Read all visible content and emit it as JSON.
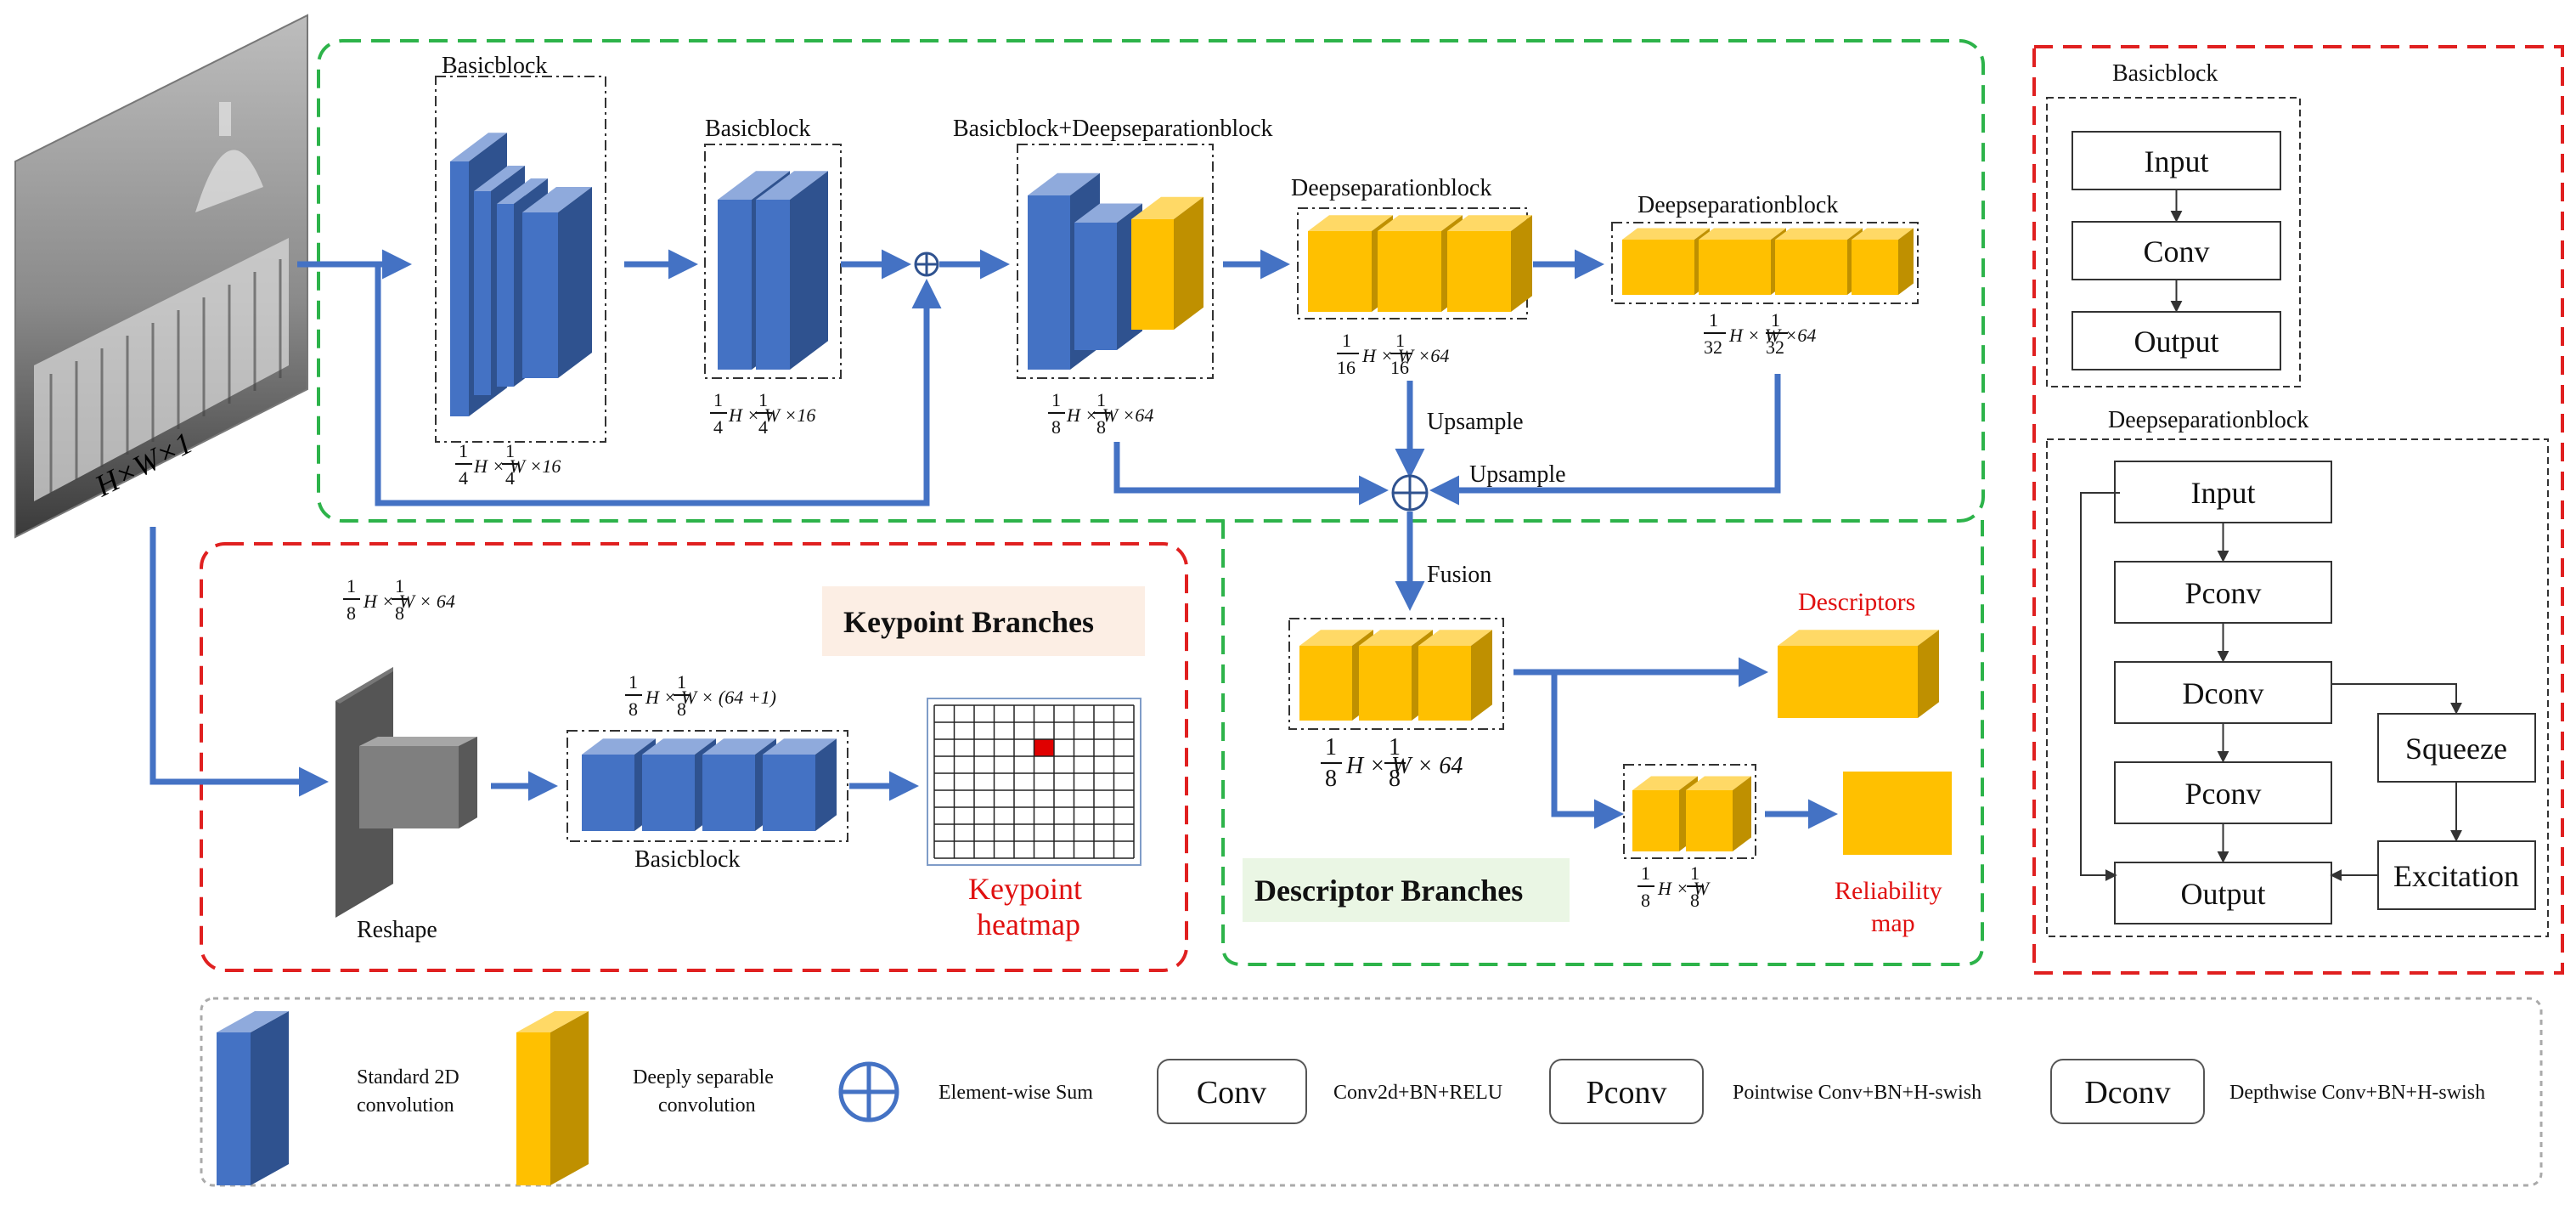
{
  "input_image": {
    "label": "H×W×1"
  },
  "encoder": {
    "b1": {
      "title": "Basicblock",
      "dim": "H × W ×16"
    },
    "b2": {
      "title": "Basicblock",
      "dim": "H × W ×16"
    },
    "b3": {
      "title": "Basicblock+Deepseparationblock",
      "dim": "H × W ×64"
    },
    "b4": {
      "title": "Deepseparationblock",
      "dim": "H × W ×64"
    },
    "b5": {
      "title": "Deepseparationblock",
      "dim": "H × W ×64"
    },
    "frac": {
      "one": "1",
      "four": "4",
      "eight": "8",
      "sixteen": "16",
      "thirtytwo": "32"
    },
    "upsample1": "Upsample",
    "upsample2": "Upsample",
    "fusion": "Fusion"
  },
  "keypoint": {
    "title": "Keypoint Branches",
    "input_dim": "H × W × 64",
    "reshape": "Reshape",
    "block_dim": "H × W × (64 +1)",
    "block_title": "Basicblock",
    "heatmap_line1": "Keypoint",
    "heatmap_line2": "heatmap"
  },
  "descriptor": {
    "title": "Descriptor Branches",
    "fusion_dim": "H × W × 64",
    "descriptors": "Descriptors",
    "rel_dim": "H × W",
    "rel_line1": "Reliability",
    "rel_line2": "map"
  },
  "right_panel": {
    "basic_title": "Basicblock",
    "basic_steps": [
      "Input",
      "Conv",
      "Output"
    ],
    "deep_title": "Deepseparationblock",
    "deep_steps": [
      "Input",
      "Pconv",
      "Dconv",
      "Pconv",
      "Output"
    ],
    "squeeze": "Squeeze",
    "excitation": "Excitation"
  },
  "legend": {
    "standard_line1": "Standard 2D",
    "standard_line2": "convolution",
    "deep_line1": "Deeply separable",
    "deep_line2": "convolution",
    "sum": "Element-wise Sum",
    "conv_box": "Conv",
    "conv_desc": "Conv2d+BN+RELU",
    "pconv_box": "Pconv",
    "pconv_desc": "Pointwise  Conv+BN+H-swish",
    "dconv_box": "Dconv",
    "dconv_desc": "Depthwise  Conv+BN+H-swish"
  },
  "colors": {
    "blue_front": "#4472C4",
    "blue_side": "#2F528F",
    "blue_top": "#8FAADC",
    "yellow_front": "#FFC000",
    "yellow_side": "#BF9000",
    "yellow_top": "#FFD966",
    "arrow": "#4472C4",
    "green_dash": "#2DB34A",
    "red_dash": "#E02020",
    "kp_bg": "#FCEEE4",
    "desc_bg": "#EAF6E4"
  }
}
